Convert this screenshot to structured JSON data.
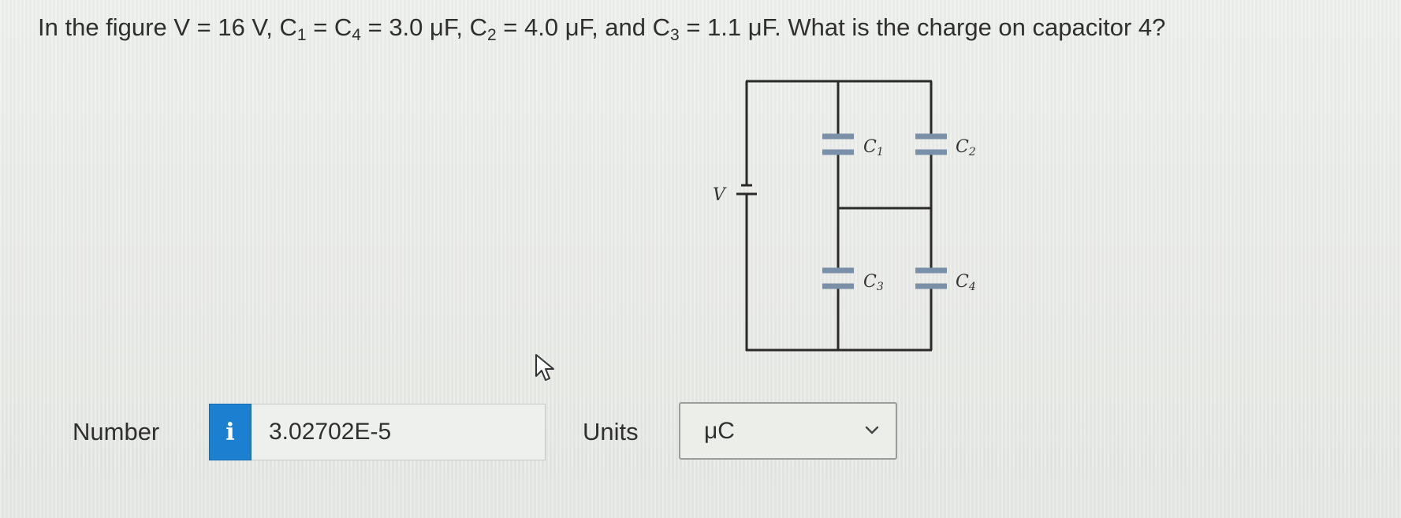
{
  "question": {
    "part1": "In the figure V = 16 V, C",
    "sub1": "1",
    "part2": " = C",
    "sub2": "4",
    "part3": " = 3.0 μF, C",
    "sub3": "2",
    "part4": " = 4.0 μF, and C",
    "sub4": "3",
    "part5": " = 1.1 μF. What is the charge on capacitor 4?"
  },
  "circuit": {
    "battery_label": "V",
    "c1_label": "C",
    "c1_sub": "1",
    "c2_label": "C",
    "c2_sub": "2",
    "c3_label": "C",
    "c3_sub": "3",
    "c4_label": "C",
    "c4_sub": "4"
  },
  "answer": {
    "number_label": "Number",
    "info_icon_glyph": "i",
    "number_value": "3.02702E-5",
    "units_label": "Units",
    "units_value": "μC"
  },
  "colors": {
    "info_badge": "#1d7fd0",
    "background": "#e9ebe8"
  },
  "icons": {
    "info": "info-icon",
    "dropdown": "chevron-down-icon",
    "cursor": "mouse-pointer-icon"
  }
}
